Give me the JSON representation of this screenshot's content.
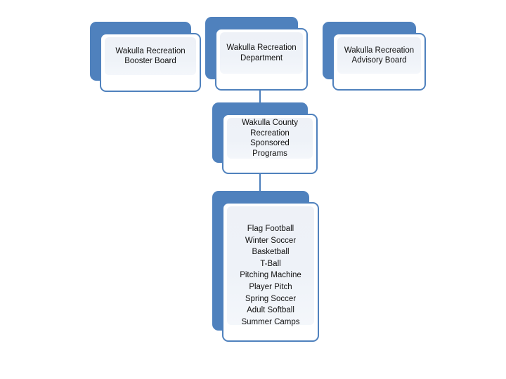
{
  "diagram": {
    "type": "organization-chart",
    "background_color": "#FFFFFF",
    "accent_color": "#4F81BD",
    "panel_color": "#EEF1F7",
    "text_color": "#111111",
    "nodes": [
      {
        "id": "booster-board",
        "label": "Wakulla Recreation\nBooster Board"
      },
      {
        "id": "recreation-department",
        "label": "Wakulla Recreation\nDepartment"
      },
      {
        "id": "advisory-board",
        "label": "Wakulla Recreation\nAdvisory Board"
      },
      {
        "id": "sponsored-programs",
        "label": "Wakulla  County\nRecreation\nSponsored\nPrograms"
      },
      {
        "id": "programs-list",
        "label": "Flag Football\nWinter Soccer\nBasketball\nT-Ball\nPitching Machine\nPlayer Pitch\nSpring Soccer\nAdult Softball\nSummer Camps"
      }
    ],
    "programs": [
      "Flag Football",
      "Winter Soccer",
      "Basketball",
      "T-Ball",
      "Pitching Machine",
      "Player Pitch",
      "Spring Soccer",
      "Adult Softball",
      "Summer Camps"
    ],
    "connectors": [
      {
        "from": "recreation-department",
        "to": "sponsored-programs",
        "style": "stepped"
      },
      {
        "from": "sponsored-programs",
        "to": "programs-list",
        "style": "straight"
      }
    ]
  }
}
